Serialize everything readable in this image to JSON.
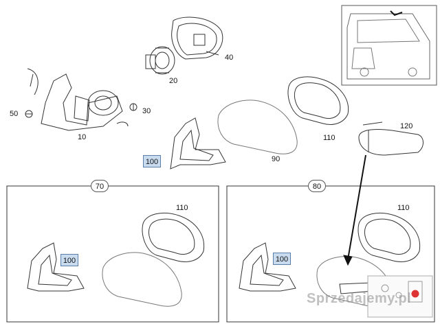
{
  "labels": {
    "p10": "10",
    "p20": "20",
    "p30": "30",
    "p40": "40",
    "p50": "50",
    "p90": "90",
    "p110_top": "110",
    "p120": "120",
    "p110_left": "110",
    "p110_right": "110",
    "callout_top": "100",
    "callout_left": "100",
    "callout_right": "100"
  },
  "sections": {
    "left": "70",
    "right": "80"
  },
  "watermark": "Sprzedajemy.pl",
  "colors": {
    "callout_fill": "#c9dcef",
    "line": "#333333"
  }
}
